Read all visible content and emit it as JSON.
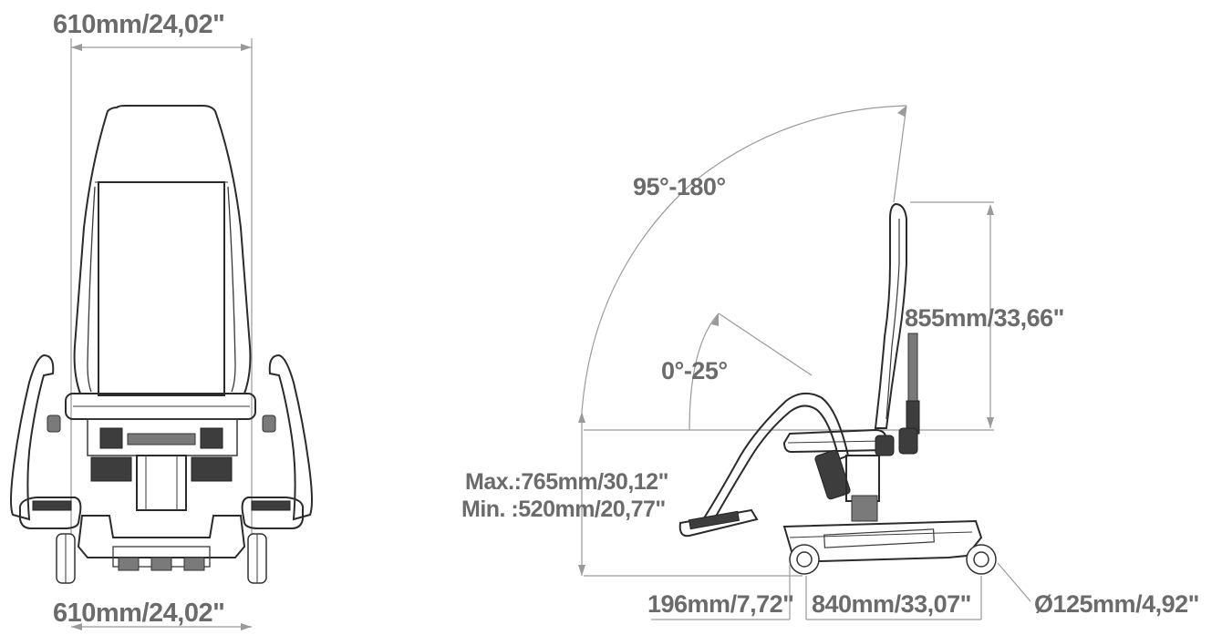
{
  "colors": {
    "label_gray": "#6b6b6b",
    "dimension_line": "#9a9a9a",
    "outline": "#2b2b2b"
  },
  "front_view": {
    "top_width_label": "610mm/24,02\"",
    "bottom_width_label": "610mm/24,02\""
  },
  "side_view": {
    "backrest_angle_label": "95°-180°",
    "seat_tilt_label": "0°-25°",
    "backrest_height_label": "855mm/33,66\"",
    "seat_height_max_label": "Max.:765mm/30,12\"",
    "seat_height_min_label": "Min. :520mm/20,77\"",
    "footrest_depth_label": "196mm/7,72\"",
    "base_length_label": "840mm/33,07\"",
    "wheel_diameter_label": "Ø125mm/4,92\""
  }
}
